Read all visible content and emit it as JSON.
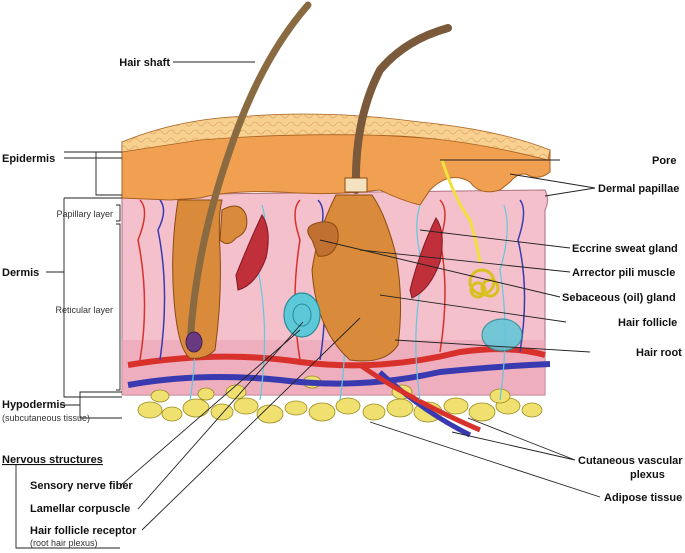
{
  "labels": {
    "hair_shaft": "Hair shaft",
    "epidermis": "Epidermis",
    "papillary_layer": "Papillary layer",
    "dermis": "Dermis",
    "reticular_layer": "Reticular layer",
    "hypodermis": "Hypodermis",
    "hypodermis_sub": "(subcutaneous tissue)",
    "nervous_structures": "Nervous structures",
    "sensory_nerve_fiber": "Sensory nerve fiber",
    "lamellar_corpuscle": "Lamellar corpuscle",
    "hair_follicle_receptor": "Hair follicle receptor",
    "hair_follicle_receptor_sub": "(root hair plexus)",
    "pore": "Pore",
    "dermal_papillae": "Dermal papillae",
    "eccrine_sweat_gland": "Eccrine sweat gland",
    "arrector_pili_muscle": "Arrector pili muscle",
    "sebaceous_gland": "Sebaceous (oil) gland",
    "hair_follicle": "Hair follicle",
    "hair_root": "Hair root",
    "cutaneous_vascular_plexus_1": "Cutaneous vascular",
    "cutaneous_vascular_plexus_2": "plexus",
    "adipose_tissue": "Adipose tissue"
  },
  "colors": {
    "epidermis": "#f0a050",
    "epidermis_surface": "#f8d090",
    "dermis": "#f4c0cc",
    "hair": "#8a6a40",
    "follicle": "#d98a3a",
    "artery": "#d8302a",
    "vein": "#3a3ab0",
    "nerve": "#60c8e0",
    "fat": "#f0e070",
    "muscle": "#c0303a",
    "corpuscle": "#5cc8d8",
    "sweat_gland": "#f0e040"
  }
}
